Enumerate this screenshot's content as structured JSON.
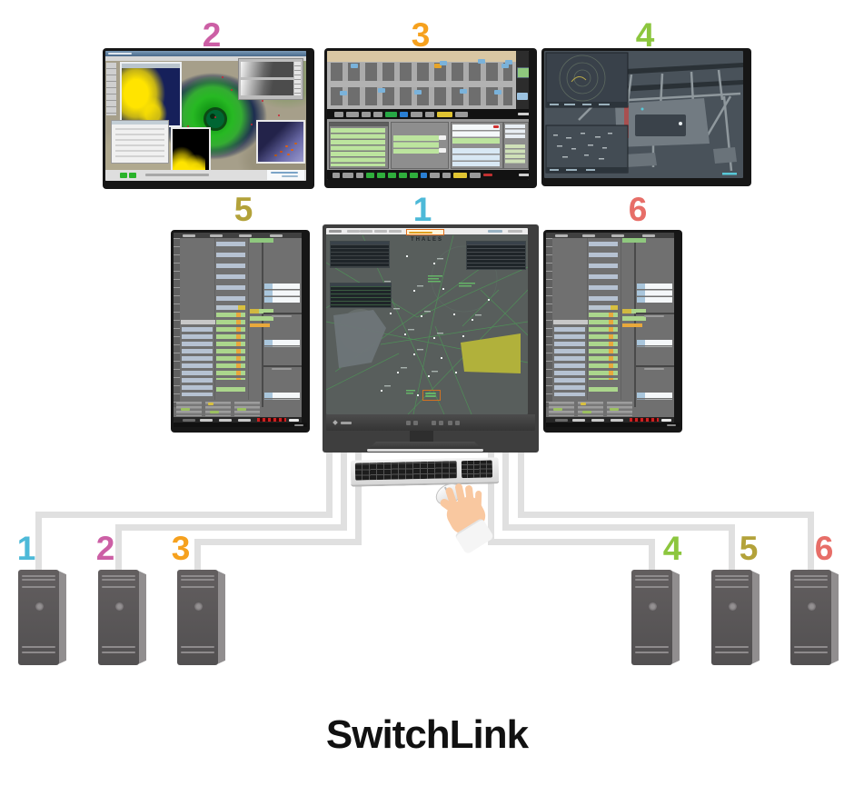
{
  "diagram_title": "SwitchLink",
  "center_monitor": {
    "brand": "THALES"
  },
  "channels": [
    {
      "id": "1",
      "label": "1",
      "color": "#4db9d8"
    },
    {
      "id": "2",
      "label": "2",
      "color": "#cc5fa5"
    },
    {
      "id": "3",
      "label": "3",
      "color": "#f6a11e"
    },
    {
      "id": "4",
      "label": "4",
      "color": "#8cc63e"
    },
    {
      "id": "5",
      "label": "5",
      "color": "#b3a23a"
    },
    {
      "id": "6",
      "label": "6",
      "color": "#e76e68"
    }
  ],
  "colors": {
    "cable": "#e0e0e0",
    "tower_body": "#595556",
    "tower_side": "#918e8f",
    "title_text": "#111111",
    "radar_green": "#33cc22",
    "strip_green": "#abd68c",
    "strip_blue": "#b6c2d2",
    "alert_red": "#cc2020",
    "track_yellow": "#e0c432"
  }
}
